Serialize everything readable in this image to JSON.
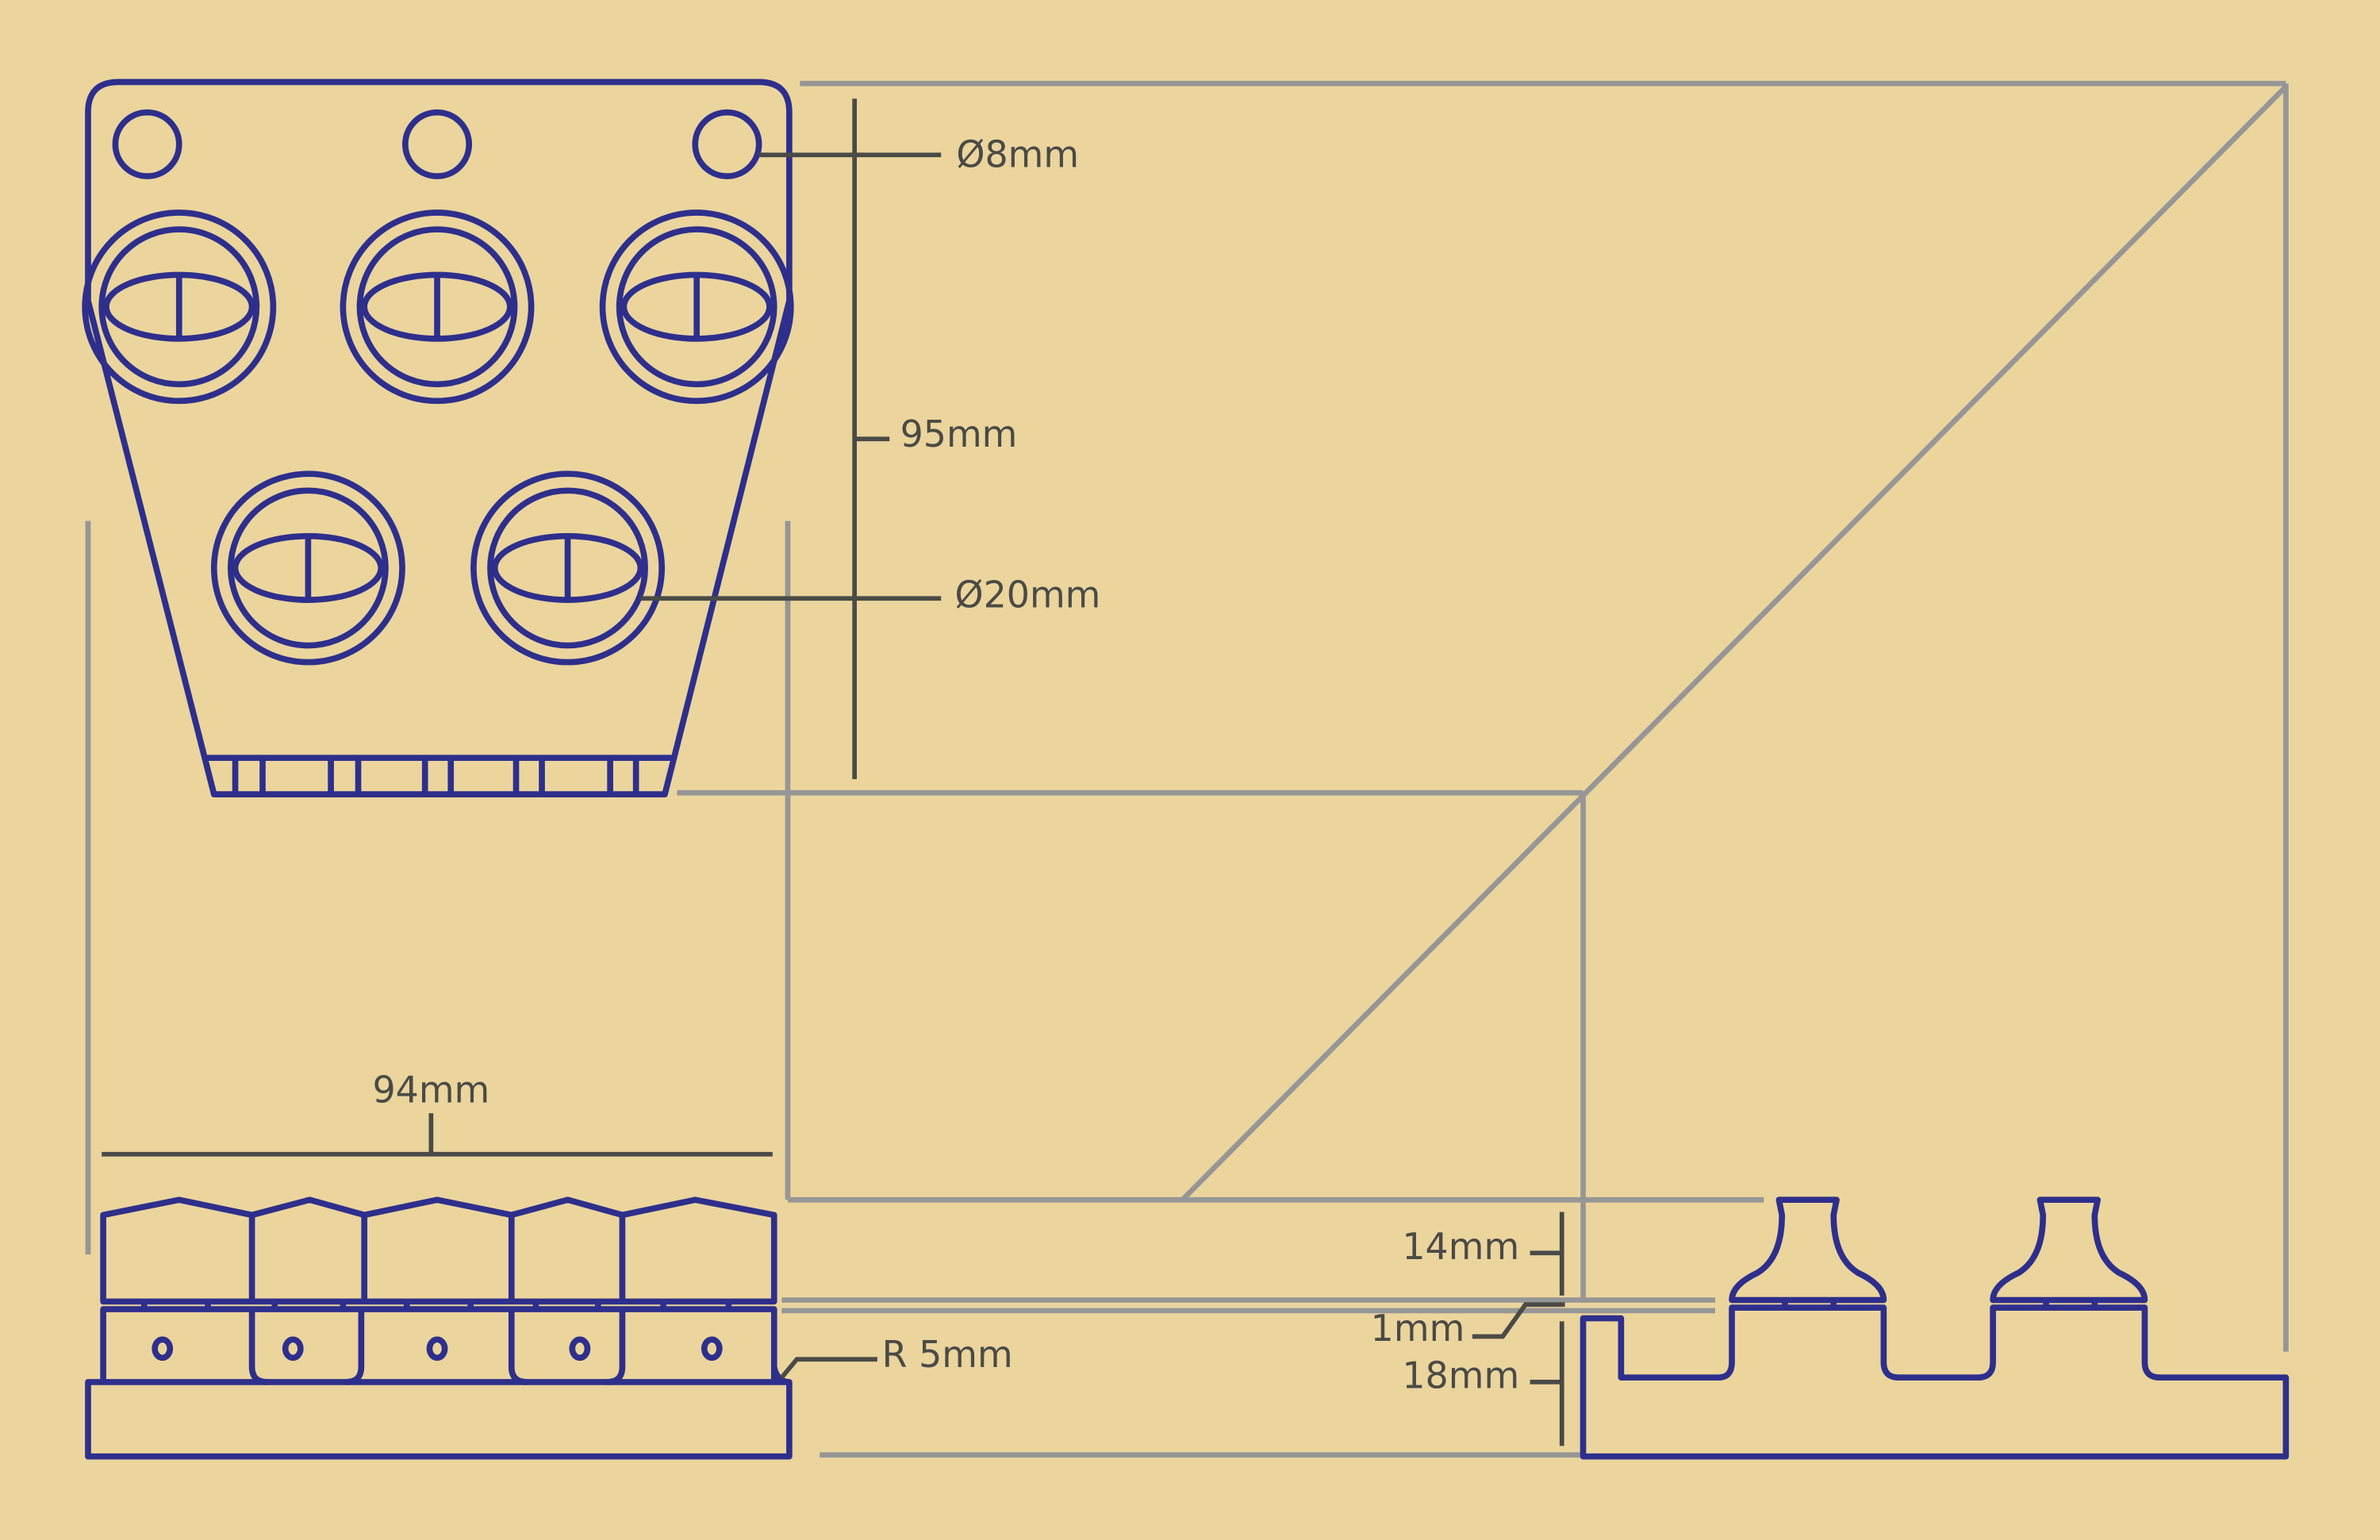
{
  "colors": {
    "background": "#ebd59d",
    "part": "#2e2f8c",
    "projection": "#969696",
    "dimension": "#4a4a46"
  },
  "dimensions": {
    "hole_small": "Ø8mm",
    "height": "95mm",
    "hole_large": "Ø20mm",
    "width": "94mm",
    "radius": "R 5mm",
    "knob_height": "14mm",
    "gap": "1mm",
    "base_height": "18mm"
  }
}
